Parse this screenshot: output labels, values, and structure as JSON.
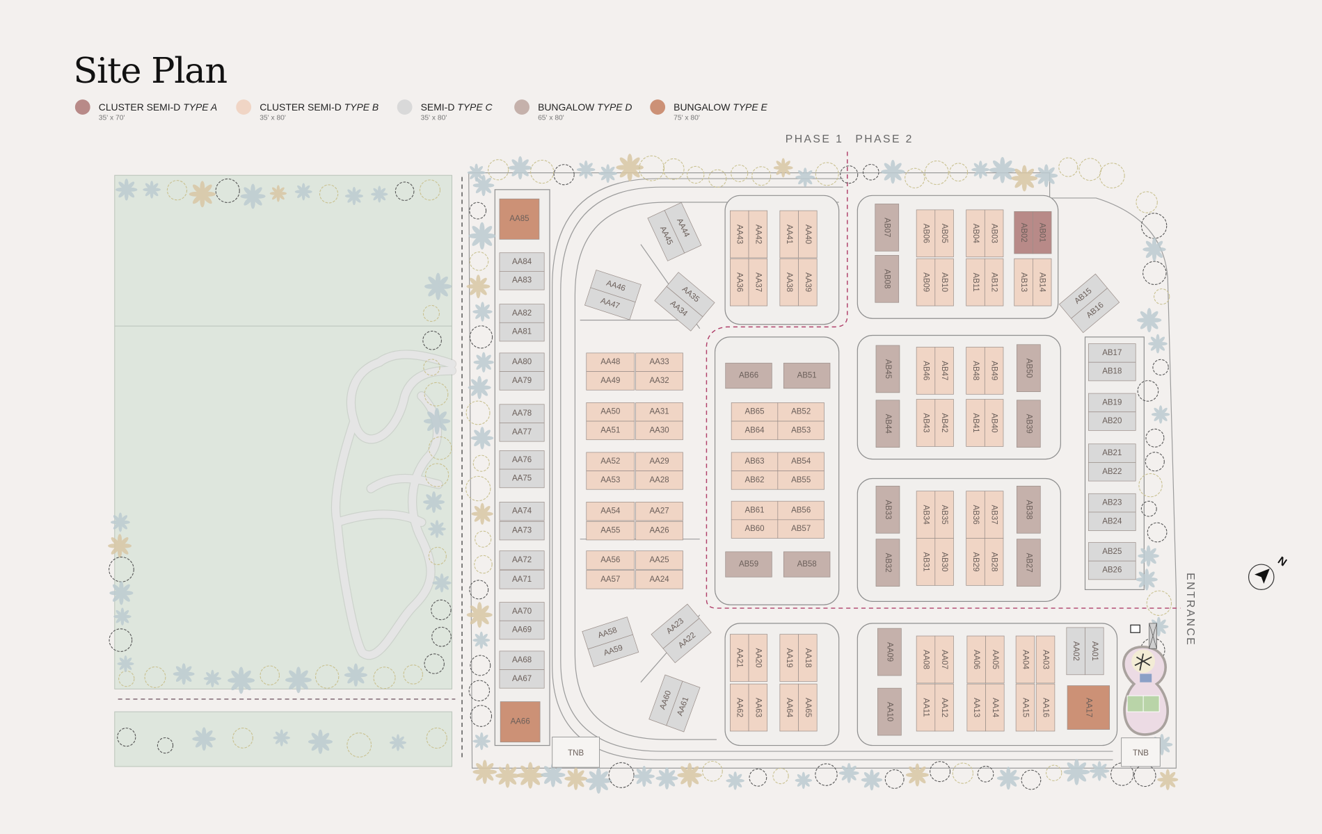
{
  "title": "Site Plan",
  "legend": [
    {
      "label": "CLUSTER SEMI-D",
      "type": "TYPE A",
      "size": "35' x 70'",
      "color": "#b88a88"
    },
    {
      "label": "CLUSTER SEMI-D",
      "type": "TYPE B",
      "size": "35' x 80'",
      "color": "#f0d5c5"
    },
    {
      "label": "SEMI-D",
      "type": "TYPE C",
      "size": "35' x 80'",
      "color": "#d9d9d9"
    },
    {
      "label": "BUNGALOW",
      "type": "TYPE D",
      "size": "65' x 80'",
      "color": "#c5b1ab"
    },
    {
      "label": "BUNGALOW",
      "type": "TYPE E",
      "size": "75' x 80'",
      "color": "#cc9176"
    }
  ],
  "type_colors": {
    "A": "#b88a88",
    "B": "#f0d5c5",
    "C": "#d9d9d9",
    "D": "#c5b1ab",
    "E": "#cc9176"
  },
  "phases": {
    "phase1": "PHASE 1",
    "phase2": "PHASE 2"
  },
  "entrance_label": "ENTRANCE",
  "north_label": "N",
  "tnb_labels": [
    "TNB",
    "TNB"
  ],
  "plots": {
    "AA85": "E",
    "AA84": "C",
    "AA83": "C",
    "AA82": "C",
    "AA81": "C",
    "AA80": "C",
    "AA79": "C",
    "AA78": "C",
    "AA77": "C",
    "AA76": "C",
    "AA75": "C",
    "AA74": "C",
    "AA73": "C",
    "AA72": "C",
    "AA71": "C",
    "AA70": "C",
    "AA69": "C",
    "AA68": "C",
    "AA67": "C",
    "AA66": "E",
    "AA44": "C",
    "AA45": "C",
    "AA46": "C",
    "AA47": "C",
    "AA35": "C",
    "AA34": "C",
    "AA58": "C",
    "AA59": "C",
    "AA23": "C",
    "AA22": "C",
    "AA60": "C",
    "AA61": "C",
    "AA48": "B",
    "AA33": "B",
    "AA49": "B",
    "AA32": "B",
    "AA50": "B",
    "AA31": "B",
    "AA51": "B",
    "AA30": "B",
    "AA52": "B",
    "AA29": "B",
    "AA53": "B",
    "AA28": "B",
    "AA54": "B",
    "AA27": "B",
    "AA55": "B",
    "AA26": "B",
    "AA56": "B",
    "AA25": "B",
    "AA57": "B",
    "AA24": "B",
    "AA43": "B",
    "AA42": "B",
    "AA41": "B",
    "AA40": "B",
    "AA36": "B",
    "AA37": "B",
    "AA38": "B",
    "AA39": "B",
    "AB66": "D",
    "AB51": "D",
    "AB65": "B",
    "AB52": "B",
    "AB64": "B",
    "AB53": "B",
    "AB63": "B",
    "AB54": "B",
    "AB62": "B",
    "AB55": "B",
    "AB61": "B",
    "AB56": "B",
    "AB60": "B",
    "AB57": "B",
    "AB59": "D",
    "AB58": "D",
    "AB07": "D",
    "AB08": "D",
    "AB06": "B",
    "AB05": "B",
    "AB04": "B",
    "AB03": "B",
    "AB02": "A",
    "AB01": "A",
    "AB09": "B",
    "AB10": "B",
    "AB11": "B",
    "AB12": "B",
    "AB13": "B",
    "AB14": "B",
    "AB15": "C",
    "AB16": "C",
    "AB17": "C",
    "AB18": "C",
    "AB19": "C",
    "AB20": "C",
    "AB21": "C",
    "AB22": "C",
    "AB23": "C",
    "AB24": "C",
    "AB25": "C",
    "AB26": "C",
    "AB45": "D",
    "AB44": "D",
    "AB46": "B",
    "AB47": "B",
    "AB48": "B",
    "AB49": "B",
    "AB43": "B",
    "AB42": "B",
    "AB41": "B",
    "AB40": "B",
    "AB50": "D",
    "AB39": "D",
    "AB33": "D",
    "AB32": "D",
    "AB34": "B",
    "AB35": "B",
    "AB36": "B",
    "AB37": "B",
    "AB31": "B",
    "AB30": "B",
    "AB29": "B",
    "AB28": "B",
    "AB38": "D",
    "AB27": "D",
    "AA21": "B",
    "AA20": "B",
    "AA19": "B",
    "AA18": "B",
    "AA62": "B",
    "AA63": "B",
    "AA64": "B",
    "AA65": "B",
    "AA09": "D",
    "AA10": "D",
    "AA08": "B",
    "AA07": "B",
    "AA06": "B",
    "AA05": "B",
    "AA04": "B",
    "AA03": "B",
    "AA11": "B",
    "AA12": "B",
    "AA13": "B",
    "AA14": "B",
    "AA15": "B",
    "AA16": "B",
    "AA02": "C",
    "AA01": "C",
    "AA17": "E"
  }
}
